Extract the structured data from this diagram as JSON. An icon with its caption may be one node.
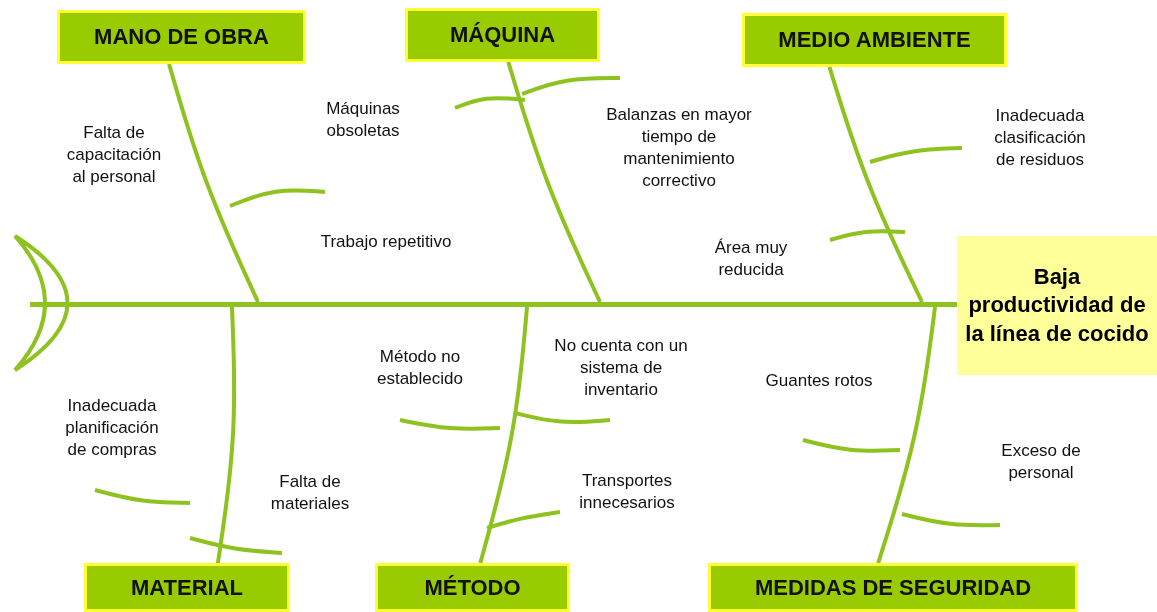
{
  "diagram": {
    "nodes": [
      {
        "text": [
          "MANO DE OBRA"
        ]
      },
      {
        "text": [
          "MÁQUINA"
        ]
      },
      {
        "text": [
          "MEDIO AMBIENTE"
        ]
      },
      {
        "text": [
          "Baja productividad de la línea de cocido"
        ]
      },
      {
        "text": [
          "MATERIAL"
        ]
      },
      {
        "text": [
          "MÉTODO"
        ]
      },
      {
        "text": [
          "MEDIDAS DE SEGURIDAD"
        ]
      },
      {
        "text": [],
        "shape": "bar"
      }
    ],
    "edges": [
      {
        "from": 0,
        "to": 7,
        "arrow": "none"
      },
      {
        "from": 1,
        "to": 7,
        "arrow": "none"
      },
      {
        "from": 2,
        "to": 7,
        "arrow": "none"
      },
      {
        "from": 4,
        "to": 7,
        "arrow": "none"
      },
      {
        "from": 5,
        "to": 7,
        "arrow": "none"
      },
      {
        "from": 6,
        "to": 7,
        "arrow": "none"
      }
    ],
    "labels": [
      "Máquinas obsoletas",
      "Balanzas en mayor tiempo de mantenimiento correctivo",
      "Falta de capacitación al personal",
      "Inadecuada clasificación de residuos",
      "Trabajo repetitivo",
      "Área muy reducida",
      "Método no establecido",
      "No cuenta con un sistema de inventario",
      "Guantes rotos",
      "Inadecuada planificación de compras",
      "Exceso de personal",
      "Falta de materiales",
      "Transportes innecesarios"
    ]
  }
}
